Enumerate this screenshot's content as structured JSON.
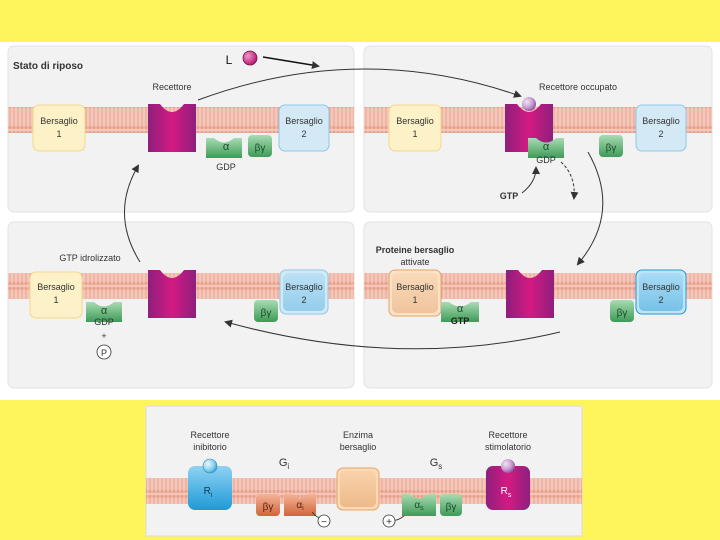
{
  "colors": {
    "slide_bg": "#fef55d",
    "panel_bg": "#f2f2f2",
    "membrane": "#f4bfb1",
    "receptor": "#c0187a",
    "target1": "#fdf0c3",
    "target1_active": "#e9ac79",
    "target2": "#cfe7f6",
    "target2_active": "#4cb7e8",
    "gprotein": "#55b06c",
    "gi_subunit": "#e58a62",
    "ligand": "#c8167f",
    "enzyme": "#f6c79b"
  },
  "ligand_label": "L",
  "panels": {
    "resting": {
      "title": "Stato di riposo",
      "receptor_label": "Recettore",
      "target1_line1": "Bersaglio",
      "target1_line2": "1",
      "target2_line1": "Bersaglio",
      "target2_line2": "2",
      "alpha": "α",
      "gdp": "GDP",
      "betagamma": "βγ"
    },
    "occupied": {
      "receptor_label": "Recettore occupato",
      "target1_line1": "Bersaglio",
      "target1_line2": "1",
      "target2_line1": "Bersaglio",
      "target2_line2": "2",
      "alpha": "α",
      "gdp": "GDP",
      "betagamma": "βγ",
      "gtp": "GTP"
    },
    "hydrolyzed": {
      "title": "GTP idrolizzato",
      "target1_line1": "Bersaglio",
      "target1_line2": "1",
      "target2_line1": "Bersaglio",
      "target2_line2": "2",
      "alpha": "α",
      "gdp": "GDP",
      "plus": "+",
      "phosphate": "P",
      "betagamma": "βγ"
    },
    "activated": {
      "title_line1": "Proteine bersaglio",
      "title_line2": "attivate",
      "target1_line1": "Bersaglio",
      "target1_line2": "1",
      "target2_line1": "Bersaglio",
      "target2_line2": "2",
      "alpha": "α",
      "gtp": "GTP",
      "betagamma": "βγ"
    }
  },
  "bottom": {
    "inhibitory_line1": "Recettore",
    "inhibitory_line2": "inibitorio",
    "ri": "R",
    "ri_sub": "i",
    "gi": "G",
    "gi_sub": "i",
    "gi_betagamma": "βγ",
    "gi_alpha": "α",
    "gi_alpha_sub": "i",
    "minus": "−",
    "enzyme_line1": "Enzima",
    "enzyme_line2": "bersaglio",
    "plus": "+",
    "gs": "G",
    "gs_sub": "s",
    "gs_alpha": "α",
    "gs_alpha_sub": "s",
    "gs_betagamma": "βγ",
    "stimulatory_line1": "Recettore",
    "stimulatory_line2": "stimolatorio",
    "rs": "R",
    "rs_sub": "s"
  }
}
